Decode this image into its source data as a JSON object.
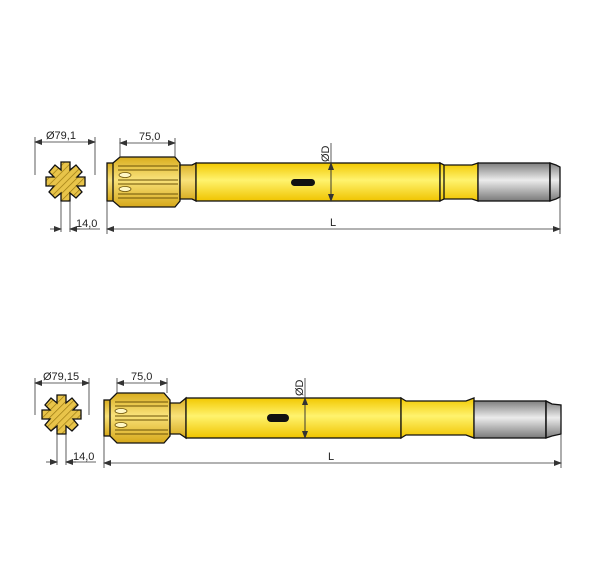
{
  "colors": {
    "background": "#ffffff",
    "shank_yellow": "#f5d21a",
    "shank_yellow_light": "#fff27a",
    "spline_gold": "#e0b930",
    "spline_gold_light": "#f7df7a",
    "steel_grey_dark": "#8a8a8a",
    "steel_grey_light": "#e6e6e6",
    "outline": "#111111",
    "dimension_line": "#333333"
  },
  "drawings": [
    {
      "id": "shank-adapter-top",
      "cross_section": {
        "diameter_label": "Ø79,1",
        "spline_count": 8,
        "spline_width_label": "14,0"
      },
      "side_view": {
        "spline_length_label": "75,0",
        "shaft_diameter_label": "ØD",
        "total_length_label": "L",
        "flush_hole": true
      }
    },
    {
      "id": "shank-adapter-bottom",
      "cross_section": {
        "diameter_label": "Ø79,15",
        "spline_count": 8,
        "spline_width_label": "14,0"
      },
      "side_view": {
        "spline_length_label": "75,0",
        "shaft_diameter_label": "ØD",
        "total_length_label": "L",
        "flush_hole": true
      }
    }
  ]
}
